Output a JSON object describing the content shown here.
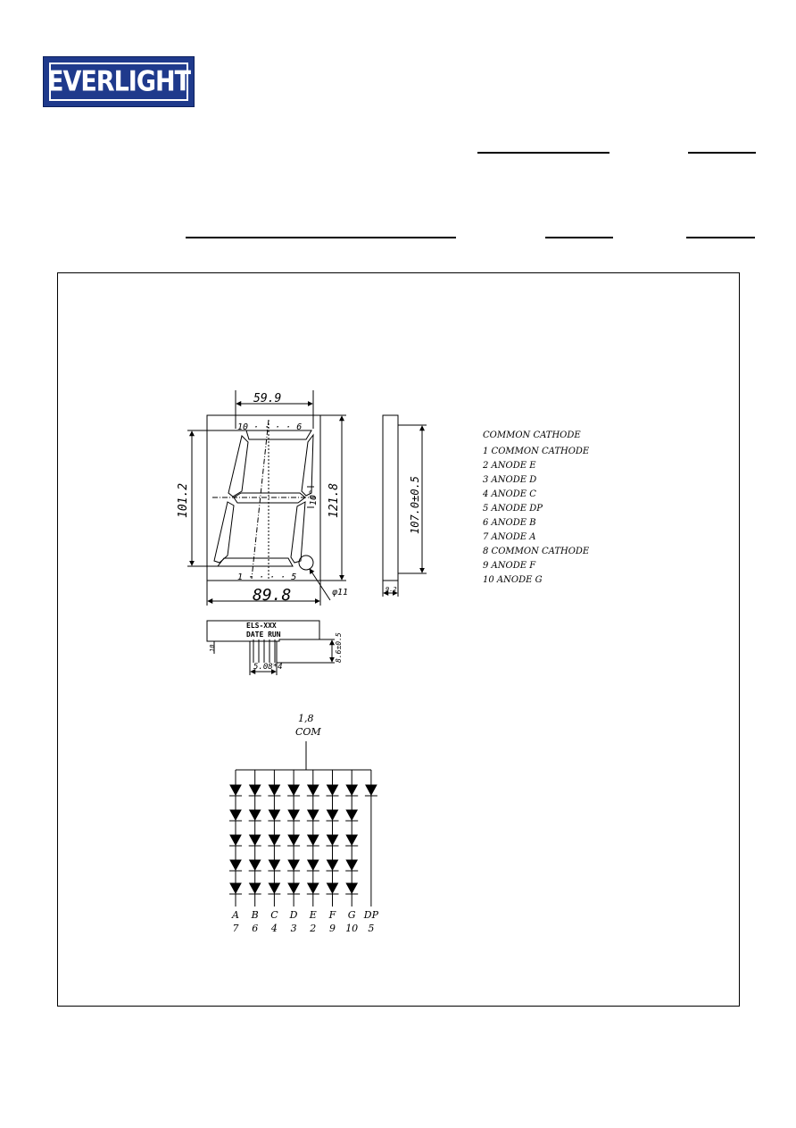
{
  "logo": {
    "text": "EVERLIGHT"
  },
  "drawing": {
    "front_view": {
      "width_top": "59.9",
      "width_bottom": "89.8",
      "height_left": "101.2",
      "height_right": "121.8",
      "pin_top_label": "10 · · · · 6",
      "pin_bottom_label": "1 · · · · 5",
      "seg_tilt": "10°",
      "dp_dia": "φ11"
    },
    "side_view": {
      "height": "107.0±0.5",
      "depth": "9.2"
    },
    "bottom_view": {
      "line1": "ELS-XXX",
      "line2": "DATE RUN",
      "pitch": "5.08*4",
      "pin_len": "8.6±0.5",
      "offset": "10"
    },
    "pin_list": {
      "title": "COMMON CATHODE",
      "items": [
        "1  COMMON CATHODE",
        "2  ANODE E",
        "3  ANODE D",
        "4  ANODE C",
        "5  ANODE DP",
        "6  ANODE B",
        "7  ANODE A",
        "8  COMMON CATHODE",
        "9  ANODE F",
        "10  ANODE G"
      ]
    },
    "circuit": {
      "com_pins": "1,8",
      "com_label": "COM",
      "columns": [
        {
          "seg": "A",
          "pin": "7"
        },
        {
          "seg": "B",
          "pin": "6"
        },
        {
          "seg": "C",
          "pin": "4"
        },
        {
          "seg": "D",
          "pin": "3"
        },
        {
          "seg": "E",
          "pin": "2"
        },
        {
          "seg": "F",
          "pin": "9"
        },
        {
          "seg": "G",
          "pin": "10"
        },
        {
          "seg": "DP",
          "pin": "5"
        }
      ]
    }
  }
}
